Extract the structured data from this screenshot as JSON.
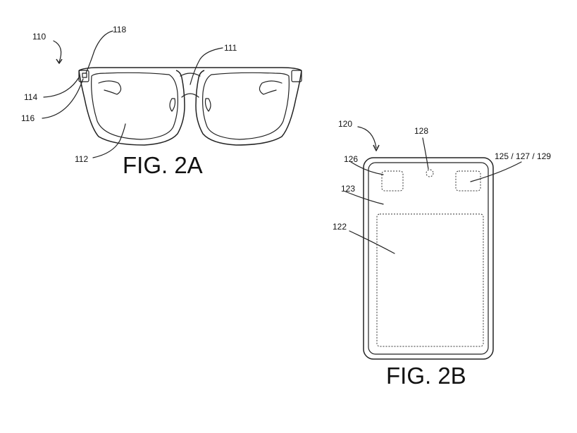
{
  "figures": {
    "fig_2a": {
      "caption": "FIG. 2A",
      "labels": {
        "glasses": "110",
        "frame": "111",
        "lens": "112",
        "hinge_left": "114",
        "temple_part": "116",
        "sensor": "118"
      }
    },
    "fig_2b": {
      "caption": "FIG. 2B",
      "labels": {
        "device": "120",
        "display": "122",
        "housing": "123",
        "sensor_left": "126",
        "camera": "128",
        "sensor_right": "125 / 127 / 129"
      }
    }
  },
  "colors": {
    "line": "#222222",
    "background": "#ffffff"
  }
}
